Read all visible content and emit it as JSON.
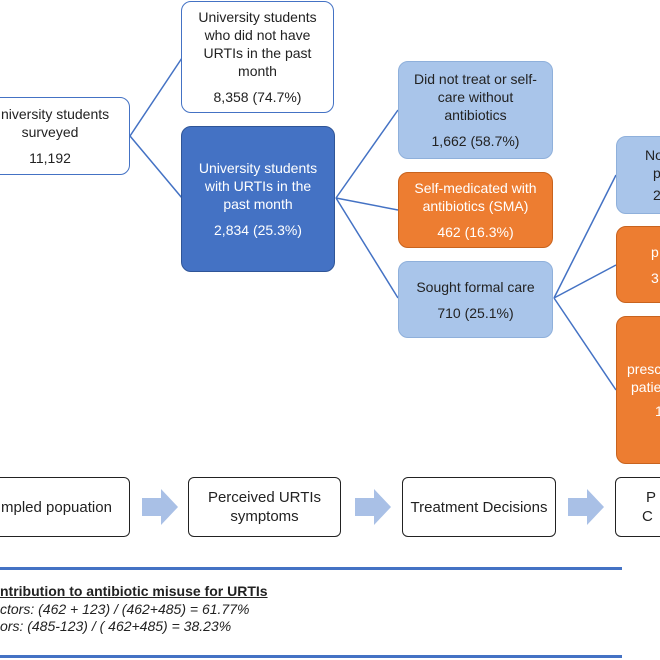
{
  "tree": {
    "surveyed": {
      "label": "University students surveyed",
      "value": "11,192"
    },
    "no_urti": {
      "label": "University students who did not have URTIs in the past month",
      "value": "8,358 (74.7%)"
    },
    "with_urti": {
      "label": "University students with URTIs in the past month",
      "value": "2,834 (25.3%)"
    },
    "no_treat": {
      "label": "Did not treat or self-care without antibiotics",
      "value": "1,662 (58.7%)"
    },
    "sma": {
      "label": "Self-medicated with antibiotics (SMA)",
      "value": "462 (16.3%)"
    },
    "formal": {
      "label": "Sought formal care",
      "value": "710 (25.1%)"
    },
    "partial1": {
      "label": "No",
      "label2": "p",
      "value": "2"
    },
    "partial2": {
      "label": "p",
      "value": "3"
    },
    "partial3": {
      "label": "presc",
      "label2": "patie",
      "value": "1"
    }
  },
  "pipeline": {
    "stage1": "mpled popuation",
    "stage2": "Perceived URTIs symptoms",
    "stage3": "Treatment Decisions",
    "stage4a": "P",
    "stage4b": "C"
  },
  "notes": {
    "title": "ntribution to antibiotic misuse for URTIs",
    "line1": "ctors: (462 + 123) / (462+485) = 61.77%",
    "line2": "ors: (485-123) / ( 462+485) = 38.23%"
  },
  "colors": {
    "blue_dark": "#4472c4",
    "blue_light": "#a9c5ea",
    "orange": "#ed7d31",
    "arrow": "#a9c0e6"
  }
}
